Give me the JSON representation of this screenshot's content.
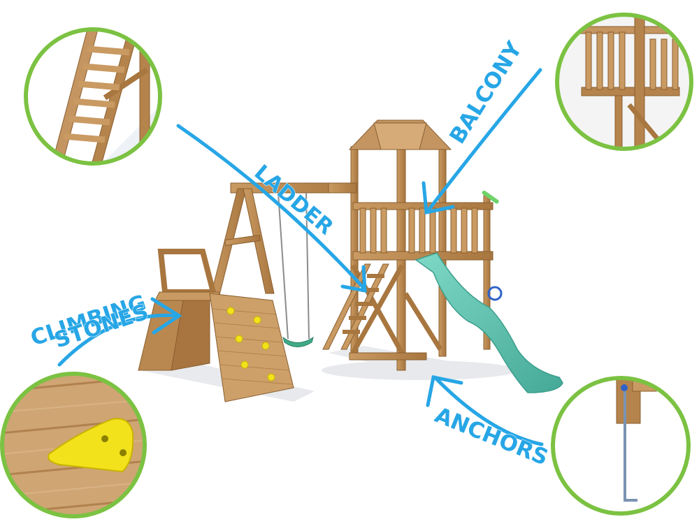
{
  "callouts": {
    "ladder": "LADDER",
    "balcony": "BALCONY",
    "climbing_line1": "CLIMBING",
    "climbing_line2": "STONES",
    "anchors": "ANCHORS"
  },
  "colors": {
    "callout_text": "#27a6e6",
    "circle_border": "#7cc242",
    "wood": "#b5834c",
    "slide": "#5fc3b1",
    "climbing_stone": "#f2e21c"
  },
  "icons": [
    "ladder-detail-image",
    "balcony-detail-image",
    "climbing-stone-detail-image",
    "anchor-detail-image"
  ]
}
